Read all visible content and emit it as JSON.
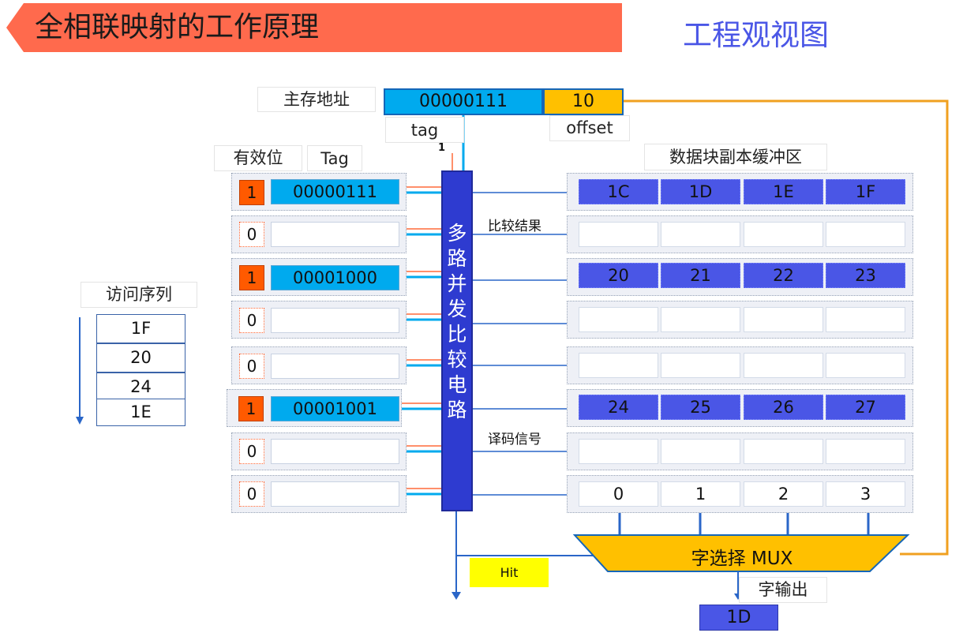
{
  "header": {
    "title": "全相联映射的工作原理",
    "view_title": "工程观视图"
  },
  "address": {
    "label": "主存地址",
    "tag_value": "00000111",
    "offset_value": "10",
    "tag_label": "tag",
    "offset_label": "offset",
    "compare_bit": "1"
  },
  "tag_table": {
    "valid_header": "有效位",
    "tag_header": "Tag"
  },
  "data_buffer": {
    "label": "数据块副本缓冲区"
  },
  "comparator": {
    "label": "多路并发比较电路"
  },
  "compare_result_label": "比较结果",
  "decode_signal_label": "译码信号",
  "access_sequence": {
    "label": "访问序列",
    "items": [
      "1F",
      "20",
      "24",
      "1E"
    ]
  },
  "lines": [
    {
      "valid": "1",
      "tag": "00000111",
      "data": [
        "1C",
        "1D",
        "1E",
        "1F"
      ]
    },
    {
      "valid": "0",
      "tag": "",
      "data": [
        "",
        "",
        "",
        ""
      ]
    },
    {
      "valid": "1",
      "tag": "00001000",
      "data": [
        "20",
        "21",
        "22",
        "23"
      ]
    },
    {
      "valid": "0",
      "tag": "",
      "data": [
        "",
        "",
        "",
        ""
      ]
    },
    {
      "valid": "0",
      "tag": "",
      "data": [
        "",
        "",
        "",
        ""
      ]
    },
    {
      "valid": "1",
      "tag": "00001001",
      "data": [
        "24",
        "25",
        "26",
        "27"
      ]
    },
    {
      "valid": "0",
      "tag": "",
      "data": [
        "",
        "",
        "",
        ""
      ]
    },
    {
      "valid": "0",
      "tag": "",
      "data": [
        "0",
        "1",
        "2",
        "3"
      ]
    }
  ],
  "mux": {
    "label": "字选择 MUX"
  },
  "hit_label": "Hit",
  "output": {
    "label": "字输出",
    "value": "1D"
  },
  "colors": {
    "title_banner": "#ff6a4d",
    "view_title": "#4a56e6",
    "tag_cyan": "#00aaee",
    "offset_orange": "#ffc000",
    "valid_on": "#ff5a00",
    "data_blue": "#4a56e6",
    "comparator": "#2e3bd0",
    "mux": "#ffc000",
    "hit": "#ffff00"
  }
}
